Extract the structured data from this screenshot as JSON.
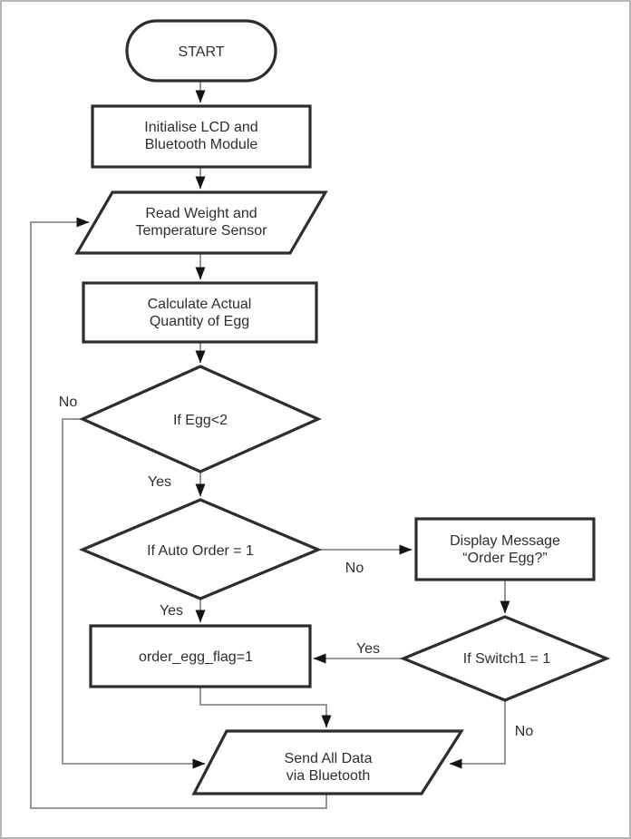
{
  "diagram": {
    "type": "flowchart",
    "nodes": {
      "start": {
        "shape": "terminator",
        "label": "START"
      },
      "init": {
        "shape": "process",
        "line1": "Initialise LCD and",
        "line2": "Bluetooth Module"
      },
      "read": {
        "shape": "input-output",
        "line1": "Read Weight and",
        "line2": "Temperature Sensor"
      },
      "calc": {
        "shape": "process",
        "line1": "Calculate Actual",
        "line2": "Quantity of Egg"
      },
      "egg_check": {
        "shape": "decision",
        "label": "If Egg<2"
      },
      "auto_order": {
        "shape": "decision",
        "label": "If Auto Order = 1"
      },
      "flag": {
        "shape": "process",
        "label": "order_egg_flag=1"
      },
      "display": {
        "shape": "process",
        "line1": "Display Message",
        "line2": "“Order Egg?”"
      },
      "switch": {
        "shape": "decision",
        "label": "If Switch1 = 1"
      },
      "send": {
        "shape": "input-output",
        "line1": "Send All Data",
        "line2": "via Bluetooth"
      }
    },
    "edges": [
      {
        "from": "start",
        "to": "init",
        "label": ""
      },
      {
        "from": "init",
        "to": "read",
        "label": ""
      },
      {
        "from": "read",
        "to": "calc",
        "label": ""
      },
      {
        "from": "calc",
        "to": "egg_check",
        "label": ""
      },
      {
        "from": "egg_check",
        "to": "auto_order",
        "label": "Yes"
      },
      {
        "from": "egg_check",
        "to": "send",
        "label": "No"
      },
      {
        "from": "auto_order",
        "to": "flag",
        "label": "Yes"
      },
      {
        "from": "auto_order",
        "to": "display",
        "label": "No"
      },
      {
        "from": "display",
        "to": "switch",
        "label": ""
      },
      {
        "from": "switch",
        "to": "flag",
        "label": "Yes"
      },
      {
        "from": "switch",
        "to": "send",
        "label": "No"
      },
      {
        "from": "flag",
        "to": "send",
        "label": ""
      },
      {
        "from": "send",
        "to": "read",
        "label": ""
      }
    ],
    "colors": {
      "shape_stroke": "#2d2d2d",
      "connector": "#8a8a8a",
      "arrowhead": "#141414",
      "text": "#2e2e2e",
      "background": "#ffffff",
      "frame": "#b5b5b5"
    }
  }
}
